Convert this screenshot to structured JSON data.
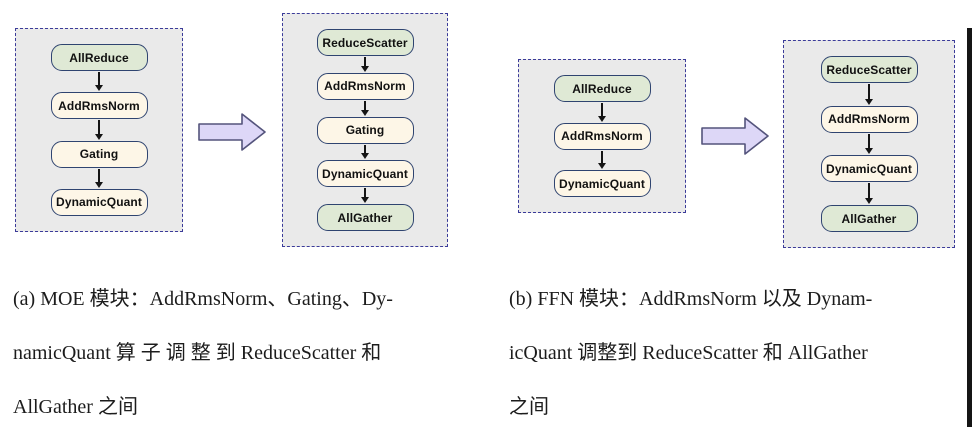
{
  "figure": {
    "panels": [
      {
        "id": "moe-before",
        "nodes": [
          {
            "label": "AllReduce",
            "type": "comm"
          },
          {
            "label": "AddRmsNorm",
            "type": "compute"
          },
          {
            "label": "Gating",
            "type": "compute"
          },
          {
            "label": "DynamicQuant",
            "type": "compute"
          }
        ]
      },
      {
        "id": "moe-after",
        "nodes": [
          {
            "label": "ReduceScatter",
            "type": "comm"
          },
          {
            "label": "AddRmsNorm",
            "type": "compute"
          },
          {
            "label": "Gating",
            "type": "compute"
          },
          {
            "label": "DynamicQuant",
            "type": "compute"
          },
          {
            "label": "AllGather",
            "type": "comm"
          }
        ]
      },
      {
        "id": "ffn-before",
        "nodes": [
          {
            "label": "AllReduce",
            "type": "comm"
          },
          {
            "label": "AddRmsNorm",
            "type": "compute"
          },
          {
            "label": "DynamicQuant",
            "type": "compute"
          }
        ]
      },
      {
        "id": "ffn-after",
        "nodes": [
          {
            "label": "ReduceScatter",
            "type": "comm"
          },
          {
            "label": "AddRmsNorm",
            "type": "compute"
          },
          {
            "label": "DynamicQuant",
            "type": "compute"
          },
          {
            "label": "AllGather",
            "type": "comm"
          }
        ]
      }
    ],
    "colors": {
      "comm_fill": "#dfe9d5",
      "compute_fill": "#fdf6e7",
      "node_border": "#2f4470",
      "panel_fill": "#eaeaea",
      "panel_border": "#3b3b99",
      "block_arrow_fill": "#ddd7f7",
      "block_arrow_border": "#54547c"
    }
  },
  "captions": {
    "a": {
      "lines": [
        "(a) MOE 模块：AddRmsNorm、Gating、Dy-",
        "namicQuant 算 子 调 整 到  ReduceScatter  和",
        "AllGather 之间"
      ]
    },
    "b": {
      "lines": [
        "(b) FFN 模块：AddRmsNorm 以及 Dynam-",
        "icQuant 调整到 ReduceScatter 和 AllGather",
        "之间"
      ]
    }
  }
}
